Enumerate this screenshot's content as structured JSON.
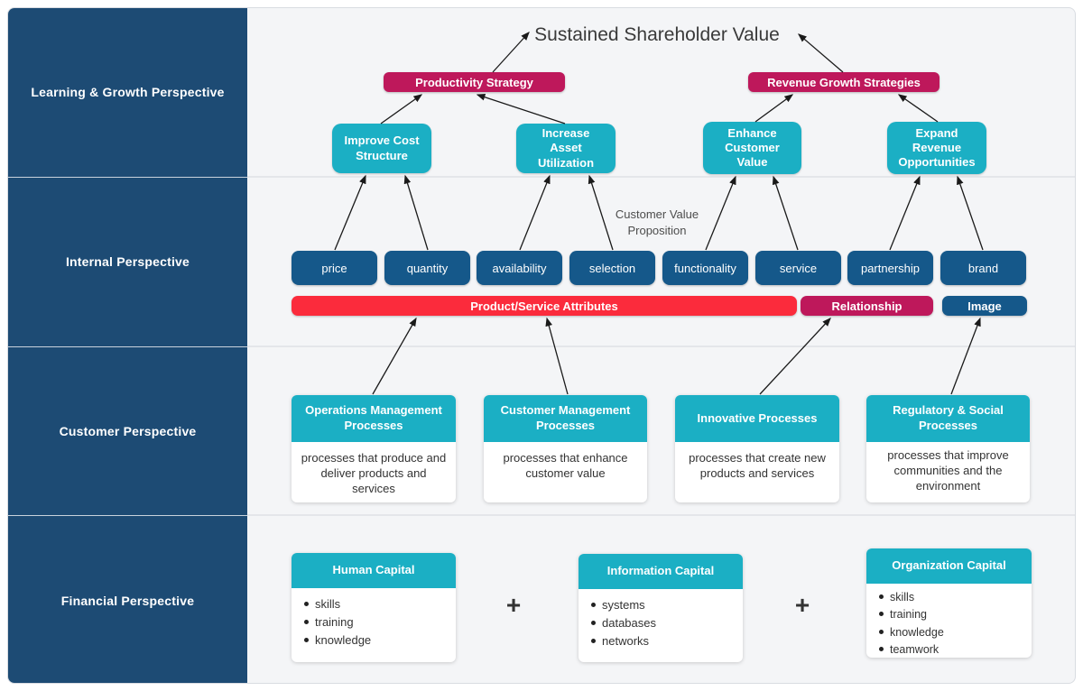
{
  "colors": {
    "sidebar_navy": "#1d4b74",
    "teal": "#1bafc4",
    "crimson": "#be185b",
    "red": "#fb2b3c",
    "navy_chip": "#15588a",
    "canvas_bg": "#f4f5f7"
  },
  "title": "Sustained Shareholder Value",
  "sidebar": {
    "sections": [
      {
        "label": "Learning & Growth Perspective"
      },
      {
        "label": "Internal Perspective"
      },
      {
        "label": "Customer Perspective"
      },
      {
        "label": "Financial Perspective"
      }
    ]
  },
  "strategies": {
    "productivity": "Productivity Strategy",
    "revenue": "Revenue Growth Strategies"
  },
  "objectives": [
    {
      "label": "Improve Cost Structure"
    },
    {
      "label": "Increase Asset Utilization"
    },
    {
      "label": "Enhance Customer Value"
    },
    {
      "label": "Expand Revenue Opportunities"
    }
  ],
  "value_proposition_label": "Customer Value Proposition",
  "attributes": [
    {
      "label": "price"
    },
    {
      "label": "quantity"
    },
    {
      "label": "availability"
    },
    {
      "label": "selection"
    },
    {
      "label": "functionality"
    },
    {
      "label": "service"
    },
    {
      "label": "partnership"
    },
    {
      "label": "brand"
    }
  ],
  "attribute_groups": [
    {
      "label": "Product/Service Attributes"
    },
    {
      "label": "Relationship"
    },
    {
      "label": "Image"
    }
  ],
  "processes": [
    {
      "title": "Operations Management Processes",
      "description": "processes that produce and deliver products and services"
    },
    {
      "title": "Customer Management Processes",
      "description": "processes that enhance customer value"
    },
    {
      "title": "Innovative Processes",
      "description": "processes that create new products and services"
    },
    {
      "title": "Regulatory & Social Processes",
      "description": "processes that improve communities and the environment"
    }
  ],
  "capitals": [
    {
      "title": "Human Capital",
      "bullets": [
        "skills",
        "training",
        "knowledge"
      ]
    },
    {
      "title": "Information Capital",
      "bullets": [
        "systems",
        "databases",
        "networks"
      ]
    },
    {
      "title": "Organization Capital",
      "bullets": [
        "skills",
        "training",
        "knowledge",
        "teamwork"
      ]
    }
  ],
  "plus": "+"
}
